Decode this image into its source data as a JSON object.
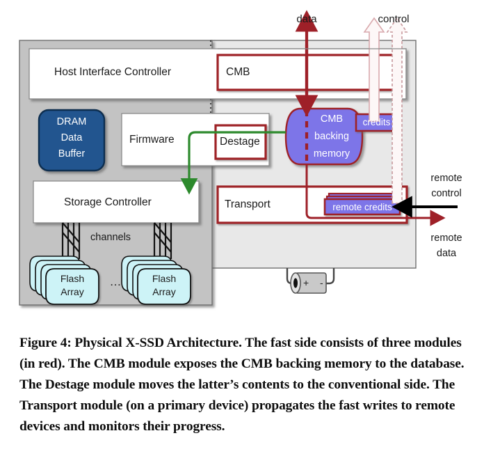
{
  "figure": {
    "title": "Physical X-SSD Architecture diagram",
    "colors": {
      "conventional_side_bg": "#c3c3c3",
      "fast_side_bg": "#e6e6e6",
      "module_red": "#9e2028",
      "dram_blue": "#20548f",
      "cmb_purple": "#7d74e8",
      "flash_cyan": "#cdf3f7",
      "destage_green": "#2d8a2d",
      "data_dark_red": "#9e2028",
      "remote_control_black": "#000000"
    },
    "boxes": {
      "host_interface_controller": "Host Interface Controller",
      "firmware": "Firmware",
      "storage_controller": "Storage Controller",
      "dram_data_buffer": [
        "DRAM",
        "Data",
        "Buffer"
      ],
      "cmb": "CMB",
      "destage": "Destage",
      "transport": "Transport",
      "cmb_backing_memory": [
        "CMB",
        "backing",
        "memory"
      ],
      "credits": "credits",
      "remote_credits": "remote credits",
      "flash_array_left": [
        "Flash",
        "Array"
      ],
      "flash_array_right": [
        "Flash",
        "Array"
      ],
      "channels": "channels",
      "ellipsis": "…"
    },
    "arrow_labels": {
      "data": "data",
      "control": "control",
      "remote_control_line1": "remote",
      "remote_control_line2": "control",
      "remote_data_line1": "remote",
      "remote_data_line2": "data"
    },
    "battery": {
      "plus": "+",
      "minus": "-"
    }
  },
  "caption": {
    "text": "Figure 4: Physical X-SSD Architecture. The fast side consists of three modules (in red). The CMB module exposes the CMB backing memory to the database. The Destage module moves the latter’s contents to the conventional side. The Transport module (on a primary device) propagates the fast writes to remote devices and monitors their progress."
  }
}
